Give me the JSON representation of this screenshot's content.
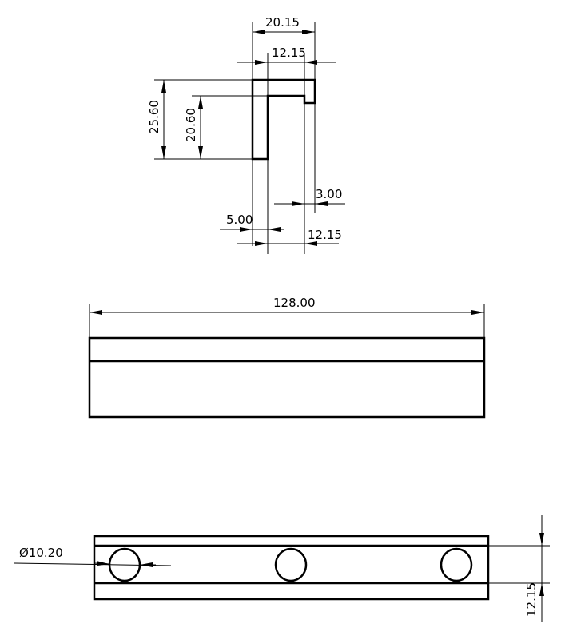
{
  "drawing": {
    "type": "technical-drawing",
    "views": [
      "end-profile",
      "front",
      "top"
    ]
  },
  "end_view": {
    "dimensions": {
      "overall_width": "20.15",
      "inner_width": "12.15",
      "overall_height": "25.60",
      "inner_height": "20.60",
      "lip_thickness": "3.00",
      "wall_thickness": "5.00",
      "bottom_inner_width": "12.15"
    }
  },
  "front_view": {
    "dimensions": {
      "length": "128.00"
    }
  },
  "top_view": {
    "dimensions": {
      "hole_diameter": "Ø10.20",
      "slot_width": "12.15"
    },
    "hole_count": 3
  },
  "colors": {
    "line": "#000000",
    "background": "#ffffff"
  }
}
